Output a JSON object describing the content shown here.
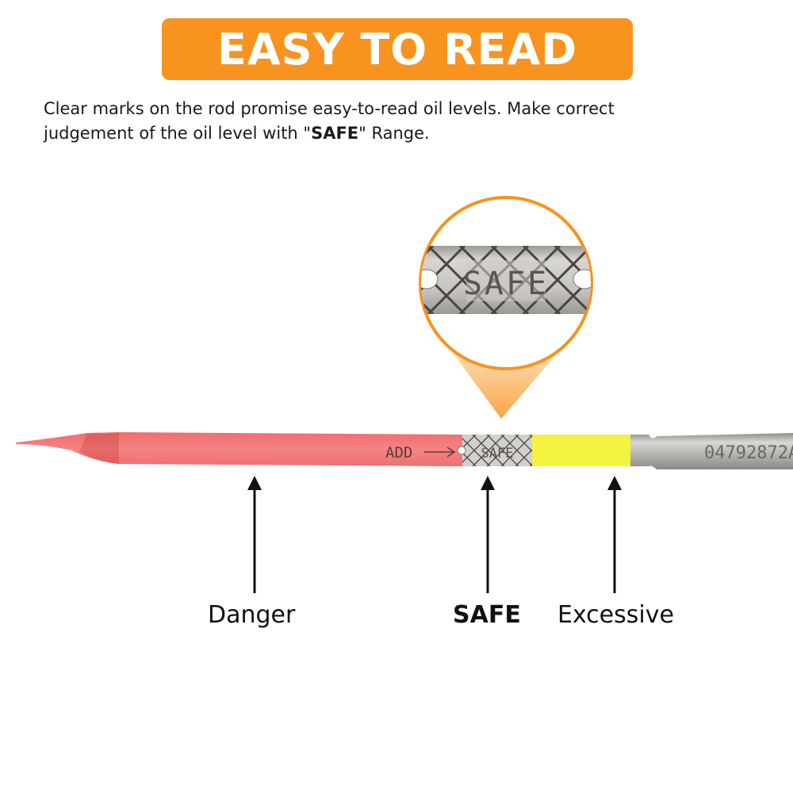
{
  "header": {
    "title": "EASY TO READ"
  },
  "description": {
    "line1": "Clear marks on the rod promise easy-to-read oil levels. Make correct",
    "line2_prefix": "judgement of the oil level with \"",
    "line2_bold": "SAFE",
    "line2_suffix": "\" Range."
  },
  "dipstick": {
    "add_mark": "ADD",
    "safe_mark": "SAFE",
    "zoom_text": "SAFE",
    "part_number": "04792872A"
  },
  "labels": {
    "danger": "Danger",
    "safe": "SAFE",
    "excessive": "Excessive"
  },
  "colors": {
    "banner": "#f7931e",
    "danger_zone": "#f07878",
    "excessive_zone": "#f3f340",
    "metal": "#b9b7b2"
  }
}
